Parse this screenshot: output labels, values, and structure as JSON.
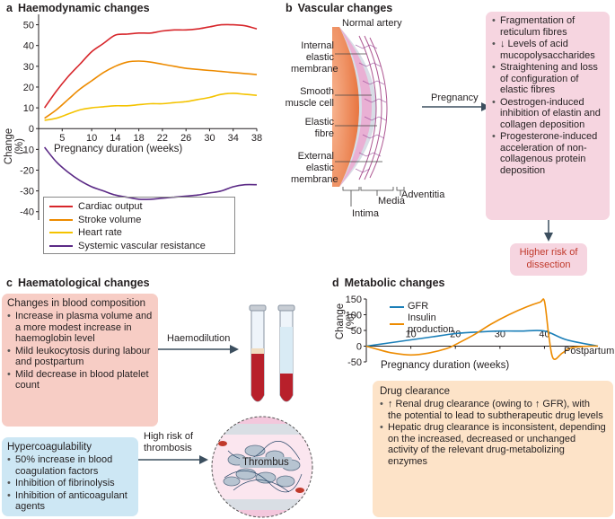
{
  "panel_a": {
    "letter": "a",
    "title": "Haemodynamic changes",
    "ylabel": "Change (%)",
    "xlabel": "Pregnancy duration (weeks)",
    "legend": [
      "Cardiac output",
      "Stroke volume",
      "Heart rate",
      "Systemic vascular resistance"
    ]
  },
  "panel_b": {
    "letter": "b",
    "title": "Vascular changes",
    "normal_artery": "Normal artery",
    "labels": {
      "internal": [
        "Internal",
        "elastic",
        "membrane"
      ],
      "smooth": [
        "Smooth",
        "muscle cell"
      ],
      "elastic": [
        "Elastic",
        "fibre"
      ],
      "external": [
        "External",
        "elastic",
        "membrane"
      ],
      "intima": "Intima",
      "media": "Media",
      "adventitia": "Adventitia",
      "pregnancy": "Pregnancy"
    },
    "changes": [
      "Fragmentation of reticulum fibres",
      "↓ Levels of acid mucopolysaccharides",
      "Straightening and loss of configuration of elastic fibres",
      "Oestrogen-induced inhibition of elastin and collagen deposition",
      "Progesterone-induced acceleration of non-collagenous protein deposition"
    ],
    "risk": [
      "Higher risk of",
      "dissection"
    ]
  },
  "panel_c": {
    "letter": "c",
    "title": "Haematological changes",
    "composition_title": "Changes in blood composition",
    "composition": [
      "Increase in plasma volume and a more modest increase in haemoglobin level",
      "Mild leukocytosis during labour and postpartum",
      "Mild decrease in blood platelet count"
    ],
    "haemodilution": "Haemodilution",
    "hyper_title": "Hypercoagulability",
    "hyper": [
      "50% increase in blood coagulation factors",
      "Inhibition of fibrinolysis",
      "Inhibition of anticoagulant agents"
    ],
    "high_risk": [
      "High risk of",
      "thrombosis"
    ],
    "thrombus": "Thrombus"
  },
  "panel_d": {
    "letter": "d",
    "title": "Metabolic changes",
    "ylabel": "Change (%)",
    "xlabel": "Pregnancy duration (weeks)",
    "postpartum": "Postpartum",
    "legend": [
      "GFR",
      "Insulin production"
    ],
    "legend2": "production",
    "drug_title": "Drug clearance",
    "drug": [
      "↑ Renal drug clearance (owing to ↑ GFR), with the potential to lead to subtherapeutic drug levels",
      "Hepatic drug clearance is inconsistent, depending on the increased, decreased or unchanged activity of the relevant drug-metabolizing enzymes"
    ]
  },
  "colors": {
    "cardiac": "#d7262b",
    "stroke": "#ed8b00",
    "heart": "#f4c300",
    "svr": "#5b2a86",
    "gfr": "#1b7fb8",
    "insulin": "#ed8b00",
    "pink_box": "#f6d5e0",
    "salmon_box": "#f7cdc5",
    "blue_box": "#cde7f4",
    "orange_box": "#fde3c8"
  },
  "chart_data": [
    {
      "type": "line",
      "title": "Haemodynamic changes",
      "xlabel": "Pregnancy duration (weeks)",
      "ylabel": "Change (%)",
      "xticks": [
        5,
        10,
        14,
        18,
        22,
        26,
        30,
        34,
        38
      ],
      "yticks": [
        -40,
        -30,
        -20,
        -10,
        0,
        10,
        20,
        30,
        40,
        50
      ],
      "xlim": [
        1,
        38
      ],
      "ylim": [
        -44,
        55
      ],
      "legend_placement": "bottom",
      "series": [
        {
          "name": "Cardiac output",
          "x": [
            2,
            4,
            6,
            8,
            10,
            12,
            14,
            16,
            18,
            20,
            22,
            24,
            26,
            28,
            30,
            32,
            34,
            36,
            38
          ],
          "y": [
            10,
            18,
            25,
            31,
            37,
            41,
            45,
            45.5,
            46,
            46,
            47,
            47.5,
            47.5,
            48,
            49,
            50,
            50,
            49.5,
            48
          ]
        },
        {
          "name": "Stroke volume",
          "x": [
            2,
            4,
            6,
            8,
            10,
            12,
            14,
            16,
            18,
            20,
            22,
            24,
            26,
            28,
            30,
            32,
            34,
            36,
            38
          ],
          "y": [
            5,
            9,
            14,
            19,
            23,
            27,
            30,
            32,
            32.5,
            32,
            31,
            30,
            29,
            28.5,
            28,
            27.5,
            27,
            26.5,
            26
          ]
        },
        {
          "name": "Heart rate",
          "x": [
            2,
            4,
            6,
            8,
            10,
            12,
            14,
            16,
            18,
            20,
            22,
            24,
            26,
            28,
            30,
            32,
            34,
            36,
            38
          ],
          "y": [
            4,
            5,
            7,
            9,
            10,
            10.5,
            11,
            11,
            11.5,
            12,
            12,
            12.5,
            13,
            14,
            15,
            16.5,
            17,
            16.5,
            16
          ]
        },
        {
          "name": "Systemic vascular resistance",
          "x": [
            2,
            4,
            6,
            8,
            10,
            12,
            14,
            16,
            18,
            20,
            22,
            24,
            26,
            28,
            30,
            32,
            34,
            36,
            38
          ],
          "y": [
            -9,
            -16,
            -21,
            -25,
            -28,
            -30,
            -32,
            -33,
            -34,
            -34,
            -33.5,
            -33,
            -32.5,
            -32,
            -31,
            -30,
            -28,
            -27,
            -27
          ]
        }
      ]
    },
    {
      "type": "line",
      "title": "Metabolic changes",
      "xlabel": "Pregnancy duration (weeks)",
      "ylabel": "Change (%)",
      "xticks": [
        10,
        20,
        30,
        40
      ],
      "yticks": [
        -50,
        0,
        50,
        100,
        150
      ],
      "ylim": [
        -50,
        150
      ],
      "legend_placement": "top-left",
      "series": [
        {
          "name": "GFR",
          "x": [
            0,
            5,
            10,
            15,
            20,
            25,
            30,
            35,
            40,
            45,
            52
          ],
          "y": [
            0,
            10,
            20,
            30,
            40,
            45,
            48,
            48,
            48,
            20,
            0
          ]
        },
        {
          "name": "Insulin production",
          "x": [
            0,
            3,
            6,
            10,
            14,
            18,
            20,
            24,
            28,
            32,
            36,
            39,
            40,
            41,
            42,
            44,
            46,
            50,
            52
          ],
          "y": [
            0,
            -12,
            -22,
            -28,
            -22,
            -8,
            5,
            35,
            70,
            100,
            125,
            140,
            142,
            30,
            -40,
            -22,
            -5,
            0,
            0
          ]
        }
      ]
    }
  ]
}
